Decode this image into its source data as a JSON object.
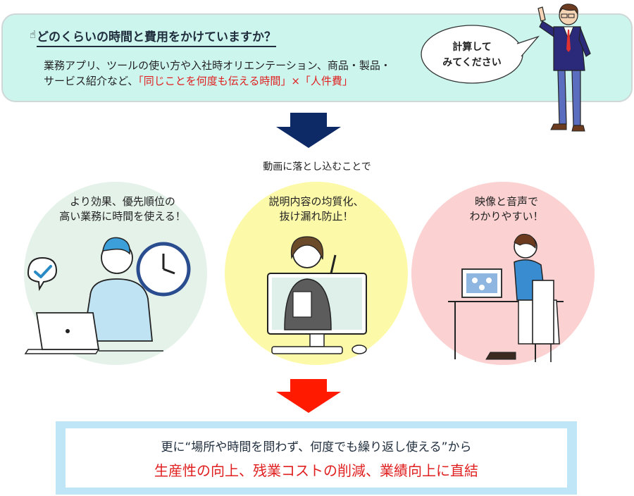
{
  "header": {
    "question": "どのくらいの時間と費用をかけていますか？",
    "line1": "業務アプリ、ツールの使い方や入社時オリエンテーション、商品・製品・",
    "line2_prefix": "サービス紹介など、",
    "line2_highlight": "「同じことを何度も伝える時間」×「人件費」",
    "bubble_line1": "計算して",
    "bubble_line2": "みてください"
  },
  "transition_caption": "動画に落とし込むことで",
  "benefits": [
    {
      "line1": "より効果、優先順位の",
      "line2": "高い業務に時間を使える！",
      "color": "#e5f2ea"
    },
    {
      "line1": "説明内容の均質化、",
      "line2": "抜け漏れ防止！",
      "color": "#fcfaa9"
    },
    {
      "line1": "映像と音声で",
      "line2": "わかりやすい！",
      "color": "#fbd1d1"
    }
  ],
  "conclusion": {
    "line1": "更に“場所や時間を問わず、何度でも繰り返し使える”から",
    "line2": "生産性の向上、残業コストの削減、業績向上に直結"
  },
  "colors": {
    "accent_red": "#e02020",
    "arrow_navy": "#0d2a66",
    "top_box": "#ccf5ee",
    "bottom_frame": "#bfe6f7"
  },
  "icons": [
    "hand-pointer-icon",
    "checkmark-bubble-icon",
    "clock-icon",
    "mouse-icon"
  ]
}
